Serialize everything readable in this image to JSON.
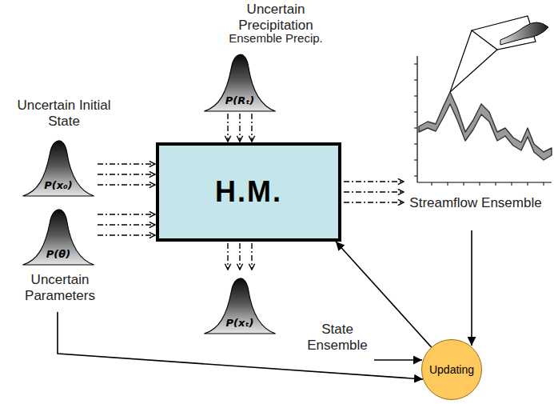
{
  "diagram": {
    "nodes": [
      {
        "text": [
          "P(Rₜ)"
        ]
      },
      {
        "text": [
          "P(x₀)"
        ]
      },
      {
        "text": [
          "P(θ)"
        ]
      },
      {
        "text": [
          "H.M."
        ]
      },
      {
        "text": [
          "P(xₜ)"
        ]
      },
      {
        "text": [
          "Updating"
        ]
      }
    ],
    "edges": [
      {
        "from": 0,
        "to": 3,
        "arrow": "to"
      },
      {
        "from": 1,
        "to": 3,
        "arrow": "to"
      },
      {
        "from": 2,
        "to": 3,
        "arrow": "to"
      },
      {
        "from": 3,
        "to": 4,
        "arrow": "to"
      },
      {
        "from": 5,
        "to": 3,
        "arrow": "to"
      }
    ],
    "labels": [
      "Uncertain Precipitation",
      "Ensemble Precip.",
      "Uncertain Initial State",
      "Streamflow Ensemble",
      "Uncertain Parameters",
      "State Ensemble"
    ]
  }
}
